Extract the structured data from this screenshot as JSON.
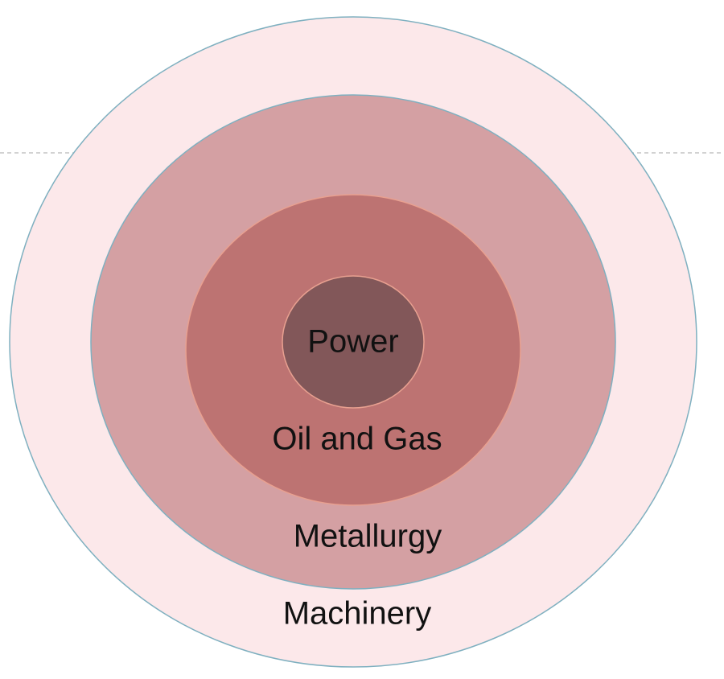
{
  "diagram": {
    "rings": [
      {
        "id": "machinery",
        "label": "Machinery",
        "fill": "#fce8ea",
        "stroke": "#7fb0c0"
      },
      {
        "id": "metallurgy",
        "label": "Metallurgy",
        "fill": "#d4a0a3",
        "stroke": "#7fb0c0"
      },
      {
        "id": "oil-and-gas",
        "label": "Oil and Gas",
        "fill": "#bd7372",
        "stroke": "#e8a090"
      },
      {
        "id": "power",
        "label": "Power",
        "fill": "#825759",
        "stroke": "#e8a090"
      }
    ],
    "guide_line_color": "#b8b8b8"
  }
}
